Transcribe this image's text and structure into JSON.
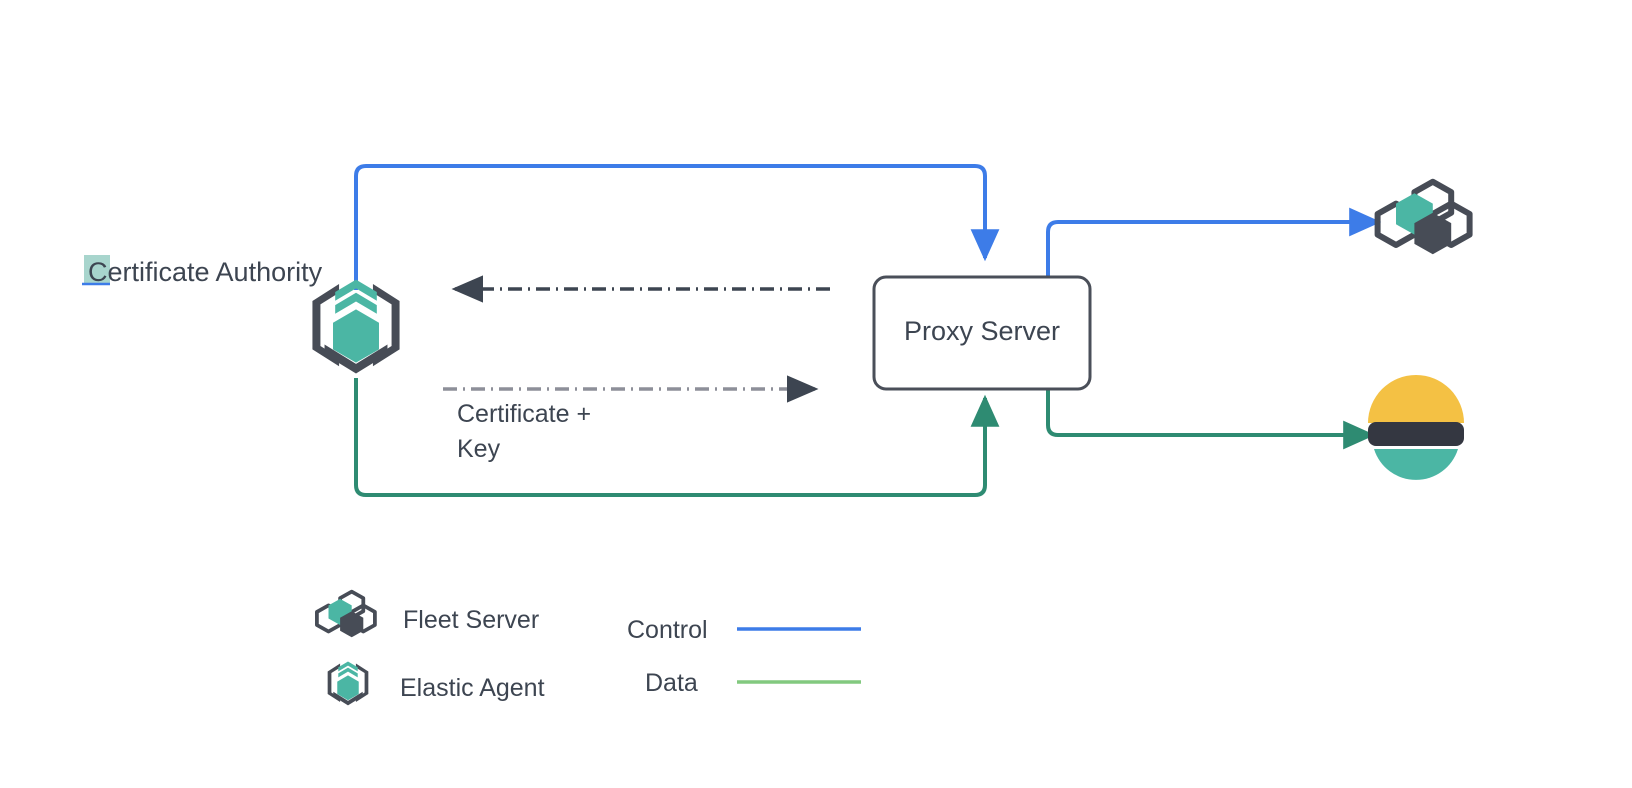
{
  "diagram": {
    "title_hidden": "",
    "nodes": [
      {
        "id": "certificate-authority",
        "label": "Certificate Authority",
        "icon": "elastic-agent-icon"
      },
      {
        "id": "proxy-server",
        "label": "Proxy Server",
        "icon": "box"
      },
      {
        "id": "fleet-server",
        "label": "",
        "icon": "fleet-server-icon"
      },
      {
        "id": "elasticsearch",
        "label": "",
        "icon": "elasticsearch-icon"
      }
    ],
    "edge_labels": {
      "certificate_key_line1": "Certificate +",
      "certificate_key_line2": "Key"
    }
  },
  "legend": {
    "items": [
      {
        "label": "Fleet Server",
        "icon": "fleet-server-icon"
      },
      {
        "label": "Elastic Agent",
        "icon": "elastic-agent-icon"
      }
    ],
    "lines": [
      {
        "label": "Control",
        "color": "#3d7ce8"
      },
      {
        "label": "Data",
        "color": "#82c97f"
      }
    ]
  },
  "colors": {
    "control_blue": "#3d7ce8",
    "data_green_edge": "#2e8b72",
    "data_green_legend": "#82c97f",
    "teal": "#4bb6a4",
    "dark_slate": "#474c56",
    "text": "#3d4551",
    "dash_gray": "#8d8f99",
    "dash_dark": "#3d4551",
    "highlight_teal": "#a8d5cd",
    "es_yellow": "#f4c144",
    "es_dark": "#343741",
    "es_teal": "#4bb6a4"
  }
}
